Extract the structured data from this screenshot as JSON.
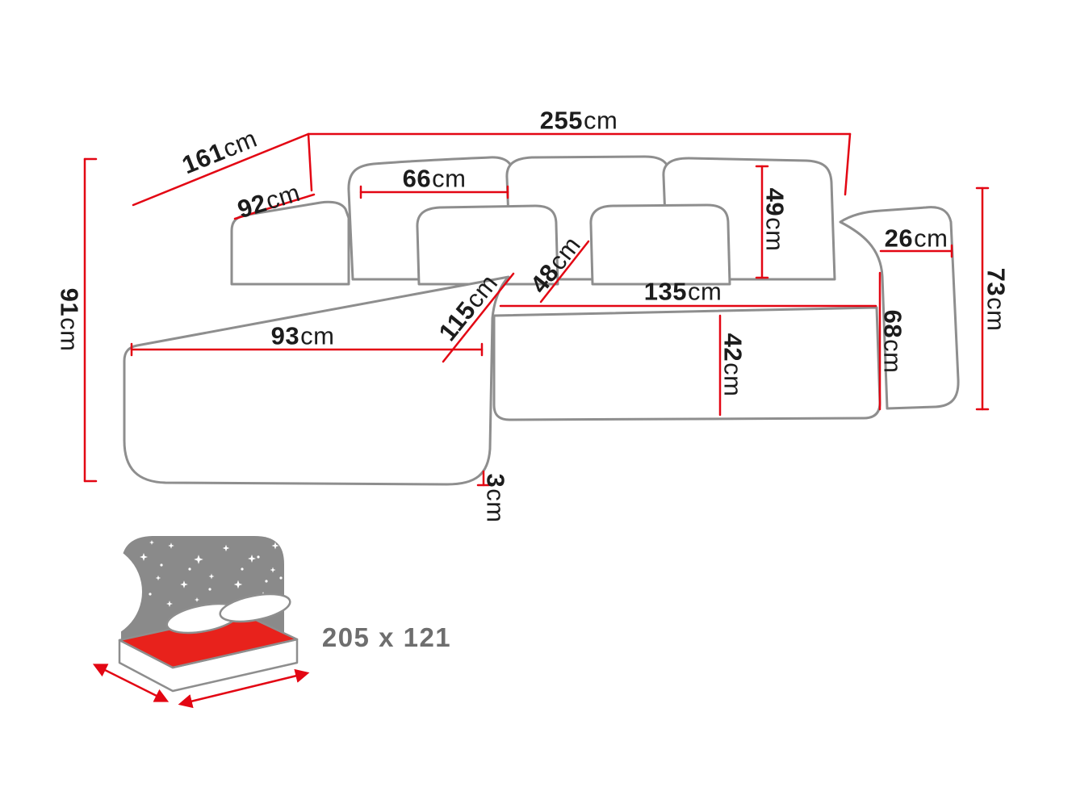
{
  "colors": {
    "dimension_line_red": "#e30613",
    "sofa_outline_gray": "#8e8e8e",
    "dimension_text": "#1c1c1c",
    "sleeping_label_gray": "#6e6e6e",
    "headboard_icon_gray": "#8a8a8a",
    "mattress_red": "#e8221c"
  },
  "icons": {
    "bed_icon": "bed-with-starry-headboard-icon"
  },
  "dimensions": {
    "total_width": {
      "value": "255",
      "unit": "cm"
    },
    "corner_diagonal_depth": {
      "value": "161",
      "unit": "cm"
    },
    "left_armrest_width": {
      "value": "92",
      "unit": "cm"
    },
    "total_depth": {
      "value": "91",
      "unit": "cm"
    },
    "back_cushion_width": {
      "value": "66",
      "unit": "cm"
    },
    "back_cushion_height": {
      "value": "49",
      "unit": "cm"
    },
    "right_armrest_width": {
      "value": "26",
      "unit": "cm"
    },
    "total_height": {
      "value": "73",
      "unit": "cm"
    },
    "right_armrest_height": {
      "value": "68",
      "unit": "cm"
    },
    "chaise_seat_length": {
      "value": "115",
      "unit": "cm"
    },
    "seat_back_depth": {
      "value": "48",
      "unit": "cm"
    },
    "seat_width": {
      "value": "135",
      "unit": "cm"
    },
    "seat_cushion_depth": {
      "value": "42",
      "unit": "cm"
    },
    "chaise_width": {
      "value": "93",
      "unit": "cm"
    },
    "leg_height": {
      "value": "3",
      "unit": "cm"
    }
  },
  "sleeping_area": {
    "size_label": "205 x 121"
  }
}
